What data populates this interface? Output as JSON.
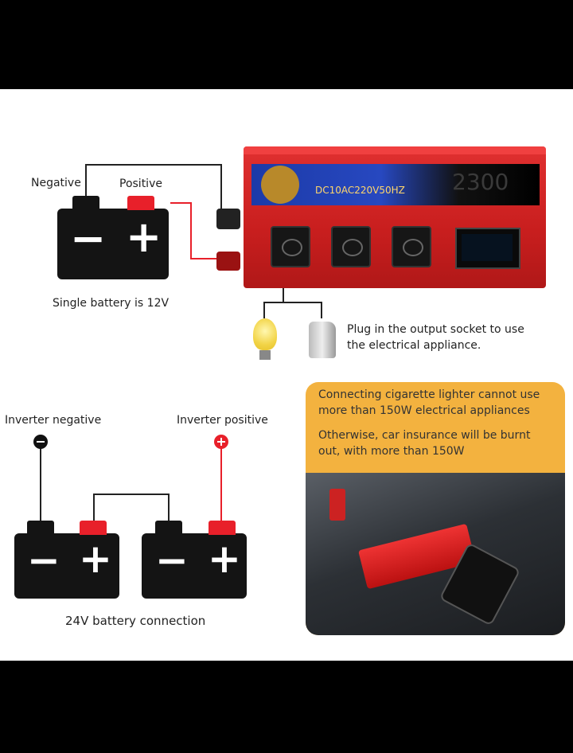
{
  "labels": {
    "negative": "Negative",
    "positive": "Positive",
    "single_battery": "Single battery is 12V",
    "plug_text_1": "Plug in the output socket to use",
    "plug_text_2": "the electrical appliance.",
    "inverter_negative": "Inverter negative",
    "inverter_positive": "Inverter positive",
    "battery_24v": "24V battery connection"
  },
  "inverter": {
    "wattage": "2300",
    "spec": "DC10AC220V50HZ"
  },
  "notice": {
    "line1": "Connecting cigarette lighter cannot use",
    "line2": "more than 150W electrical appliances",
    "line3": "Otherwise, car insurance will be burnt",
    "line4": "out, with more than 150W"
  },
  "symbols": {
    "minus": "−",
    "plus": "+"
  },
  "colors": {
    "battery": "#141414",
    "terminal_red": "#e8202a",
    "inverter_red": "#c81e1e",
    "notice_bg": "#f3b23f",
    "wire_red": "#e8202a"
  }
}
